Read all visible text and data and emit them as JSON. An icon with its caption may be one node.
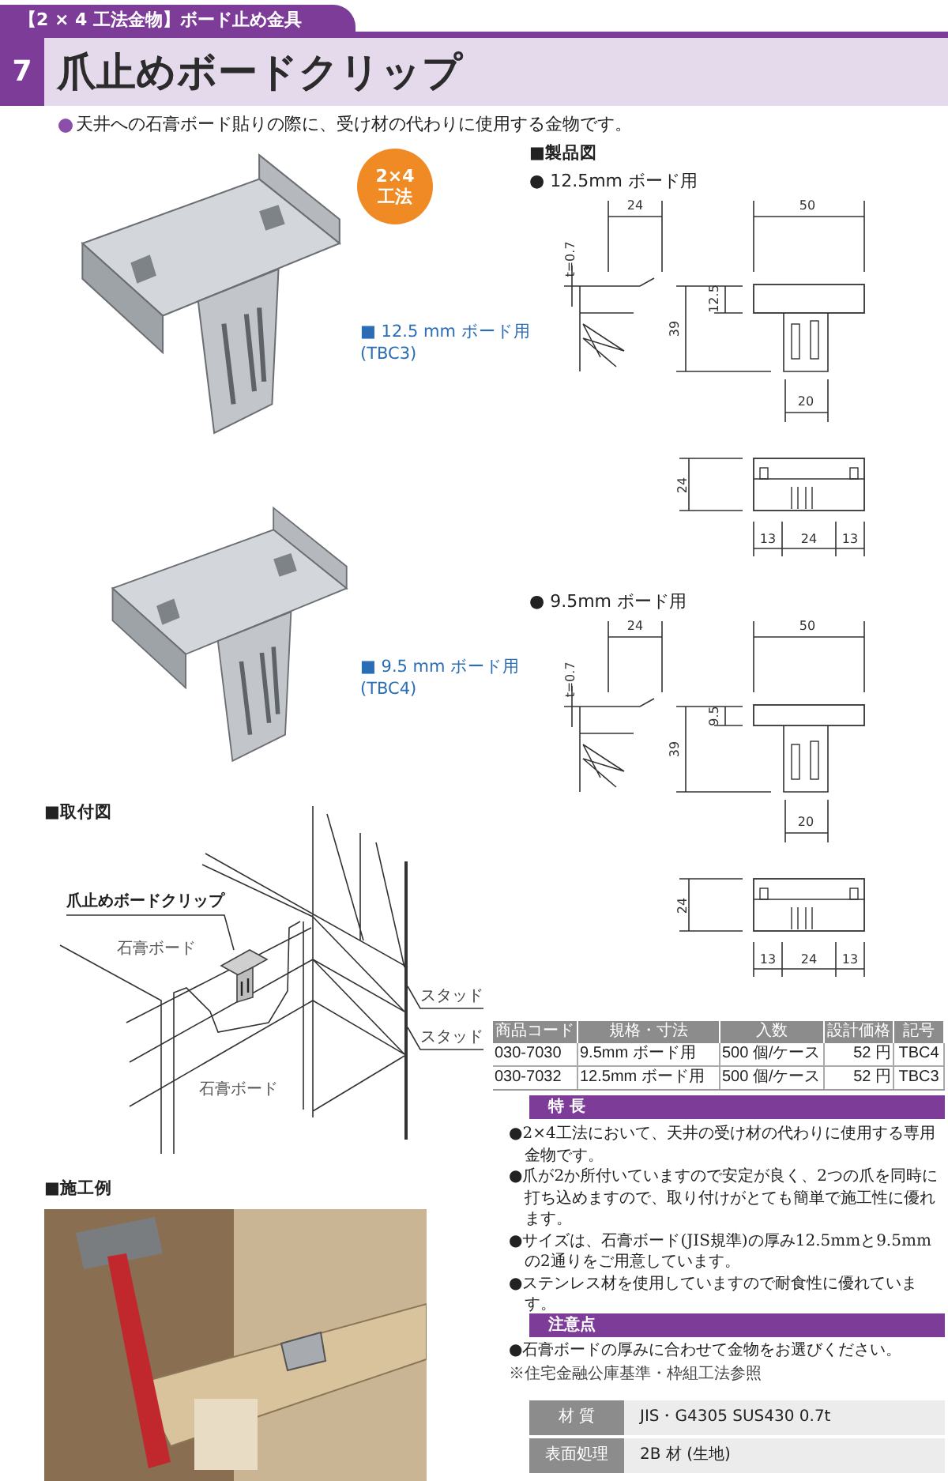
{
  "diagram": {
    "title": "爪止めボードクリップ",
    "nodes": [
      {
        "text": [
          "2×4",
          "工法"
        ]
      },
      {
        "text": [],
        "shape": "picture",
        "beside": [
          "■ 12.5 mm ボード用",
          "(TBC3)"
        ]
      },
      {
        "text": [],
        "shape": "picture",
        "beside": [
          "■ 9.5 mm ボード用",
          "(TBC4)"
        ]
      },
      {
        "text": [
          "爪止めボードクリップ"
        ]
      },
      {
        "text": [],
        "shape": "picture"
      },
      {
        "text": [
          "スタッド"
        ]
      },
      {
        "text": [
          "スタッド"
        ]
      },
      {
        "text": [],
        "shape": "picture",
        "beside": [
          "■施工例"
        ]
      },
      {
        "text": [],
        "shape": "bar"
      }
    ],
    "edges": [
      {
        "from": 3,
        "to": 4,
        "arrow": "none"
      },
      {
        "from": 5,
        "to": 8,
        "arrow": "none"
      },
      {
        "from": 6,
        "to": 8,
        "arrow": "none"
      }
    ],
    "labels": [
      "【2 × 4 工法金物】ボード止め金具",
      "7",
      "天井への石膏ボード貼りの際に、受け材の代わりに使用する金物です。",
      "■製品図",
      "● 12.5mm ボード用",
      "24",
      "50",
      "t=0.7",
      "12.5",
      "39",
      "20",
      "24",
      "13",
      "24",
      "13",
      "● 9.5mm ボード用",
      "24",
      "50",
      "t=0.7",
      "9.5",
      "39",
      "20",
      "24",
      "13",
      "24",
      "13",
      "■取付図",
      "石膏ボード",
      "石膏ボード",
      "商品コード",
      "規格・寸法",
      "入数",
      "設計価格",
      "記号",
      "030-7030",
      "9.5mm ボード用",
      "500 個/ケース",
      "52 円",
      "TBC4",
      "030-7032",
      "12.5mm ボード用",
      "500 個/ケース",
      "52 円",
      "TBC3",
      "特 長",
      "●2×4工法において、天井の受け材の代わりに使用する専用金物です。",
      "●爪が2か所付いていますので安定が良く、2つの爪を同時に打ち込めますので、取り付けがとても簡単で施工性に優れます。",
      "●サイズは、石膏ボード(JIS規準)の厚み12.5mmと9.5mmの2通りをご用意しています。",
      "●ステンレス材を使用していますので耐食性に優れています。",
      "注意点",
      "●石膏ボードの厚みに合わせて金物をお選びください。",
      "※住宅金融公庫基準・枠組工法参照",
      "材 質",
      "JIS・G4305 SUS430 0.7t",
      "表面処理",
      "2B 材 (生地)"
    ]
  }
}
